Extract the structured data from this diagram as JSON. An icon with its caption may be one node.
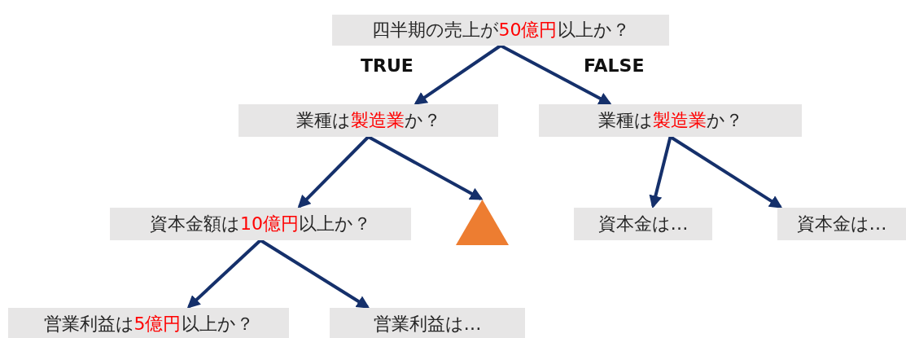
{
  "diagram": {
    "nodes": [
      {
        "text": [
          "四半期の売上が**50億円**以上か？"
        ]
      },
      {
        "text": [
          "業種は**製造業**か？"
        ]
      },
      {
        "text": [
          "業種は**製造業**か？"
        ]
      },
      {
        "text": [
          "資本金額は**10億円**以上か？"
        ]
      },
      {
        "text": [],
        "shape": "triangle"
      },
      {
        "text": [
          "資本金は…"
        ]
      },
      {
        "text": [
          "資本金は…"
        ]
      },
      {
        "text": [
          "営業利益は**5億円**以上か？"
        ]
      },
      {
        "text": [
          "営業利益は…"
        ]
      }
    ],
    "edges": [
      {
        "from": 0,
        "to": 1,
        "arrow": "to",
        "label": "TRUE"
      },
      {
        "from": 0,
        "to": 2,
        "arrow": "to",
        "label": "FALSE"
      },
      {
        "from": 1,
        "to": 3,
        "arrow": "to"
      },
      {
        "from": 1,
        "to": 4,
        "arrow": "to"
      },
      {
        "from": 2,
        "to": 5,
        "arrow": "to"
      },
      {
        "from": 2,
        "to": 6,
        "arrow": "to"
      },
      {
        "from": 3,
        "to": 7,
        "arrow": "to"
      },
      {
        "from": 3,
        "to": 8,
        "arrow": "to"
      }
    ]
  }
}
